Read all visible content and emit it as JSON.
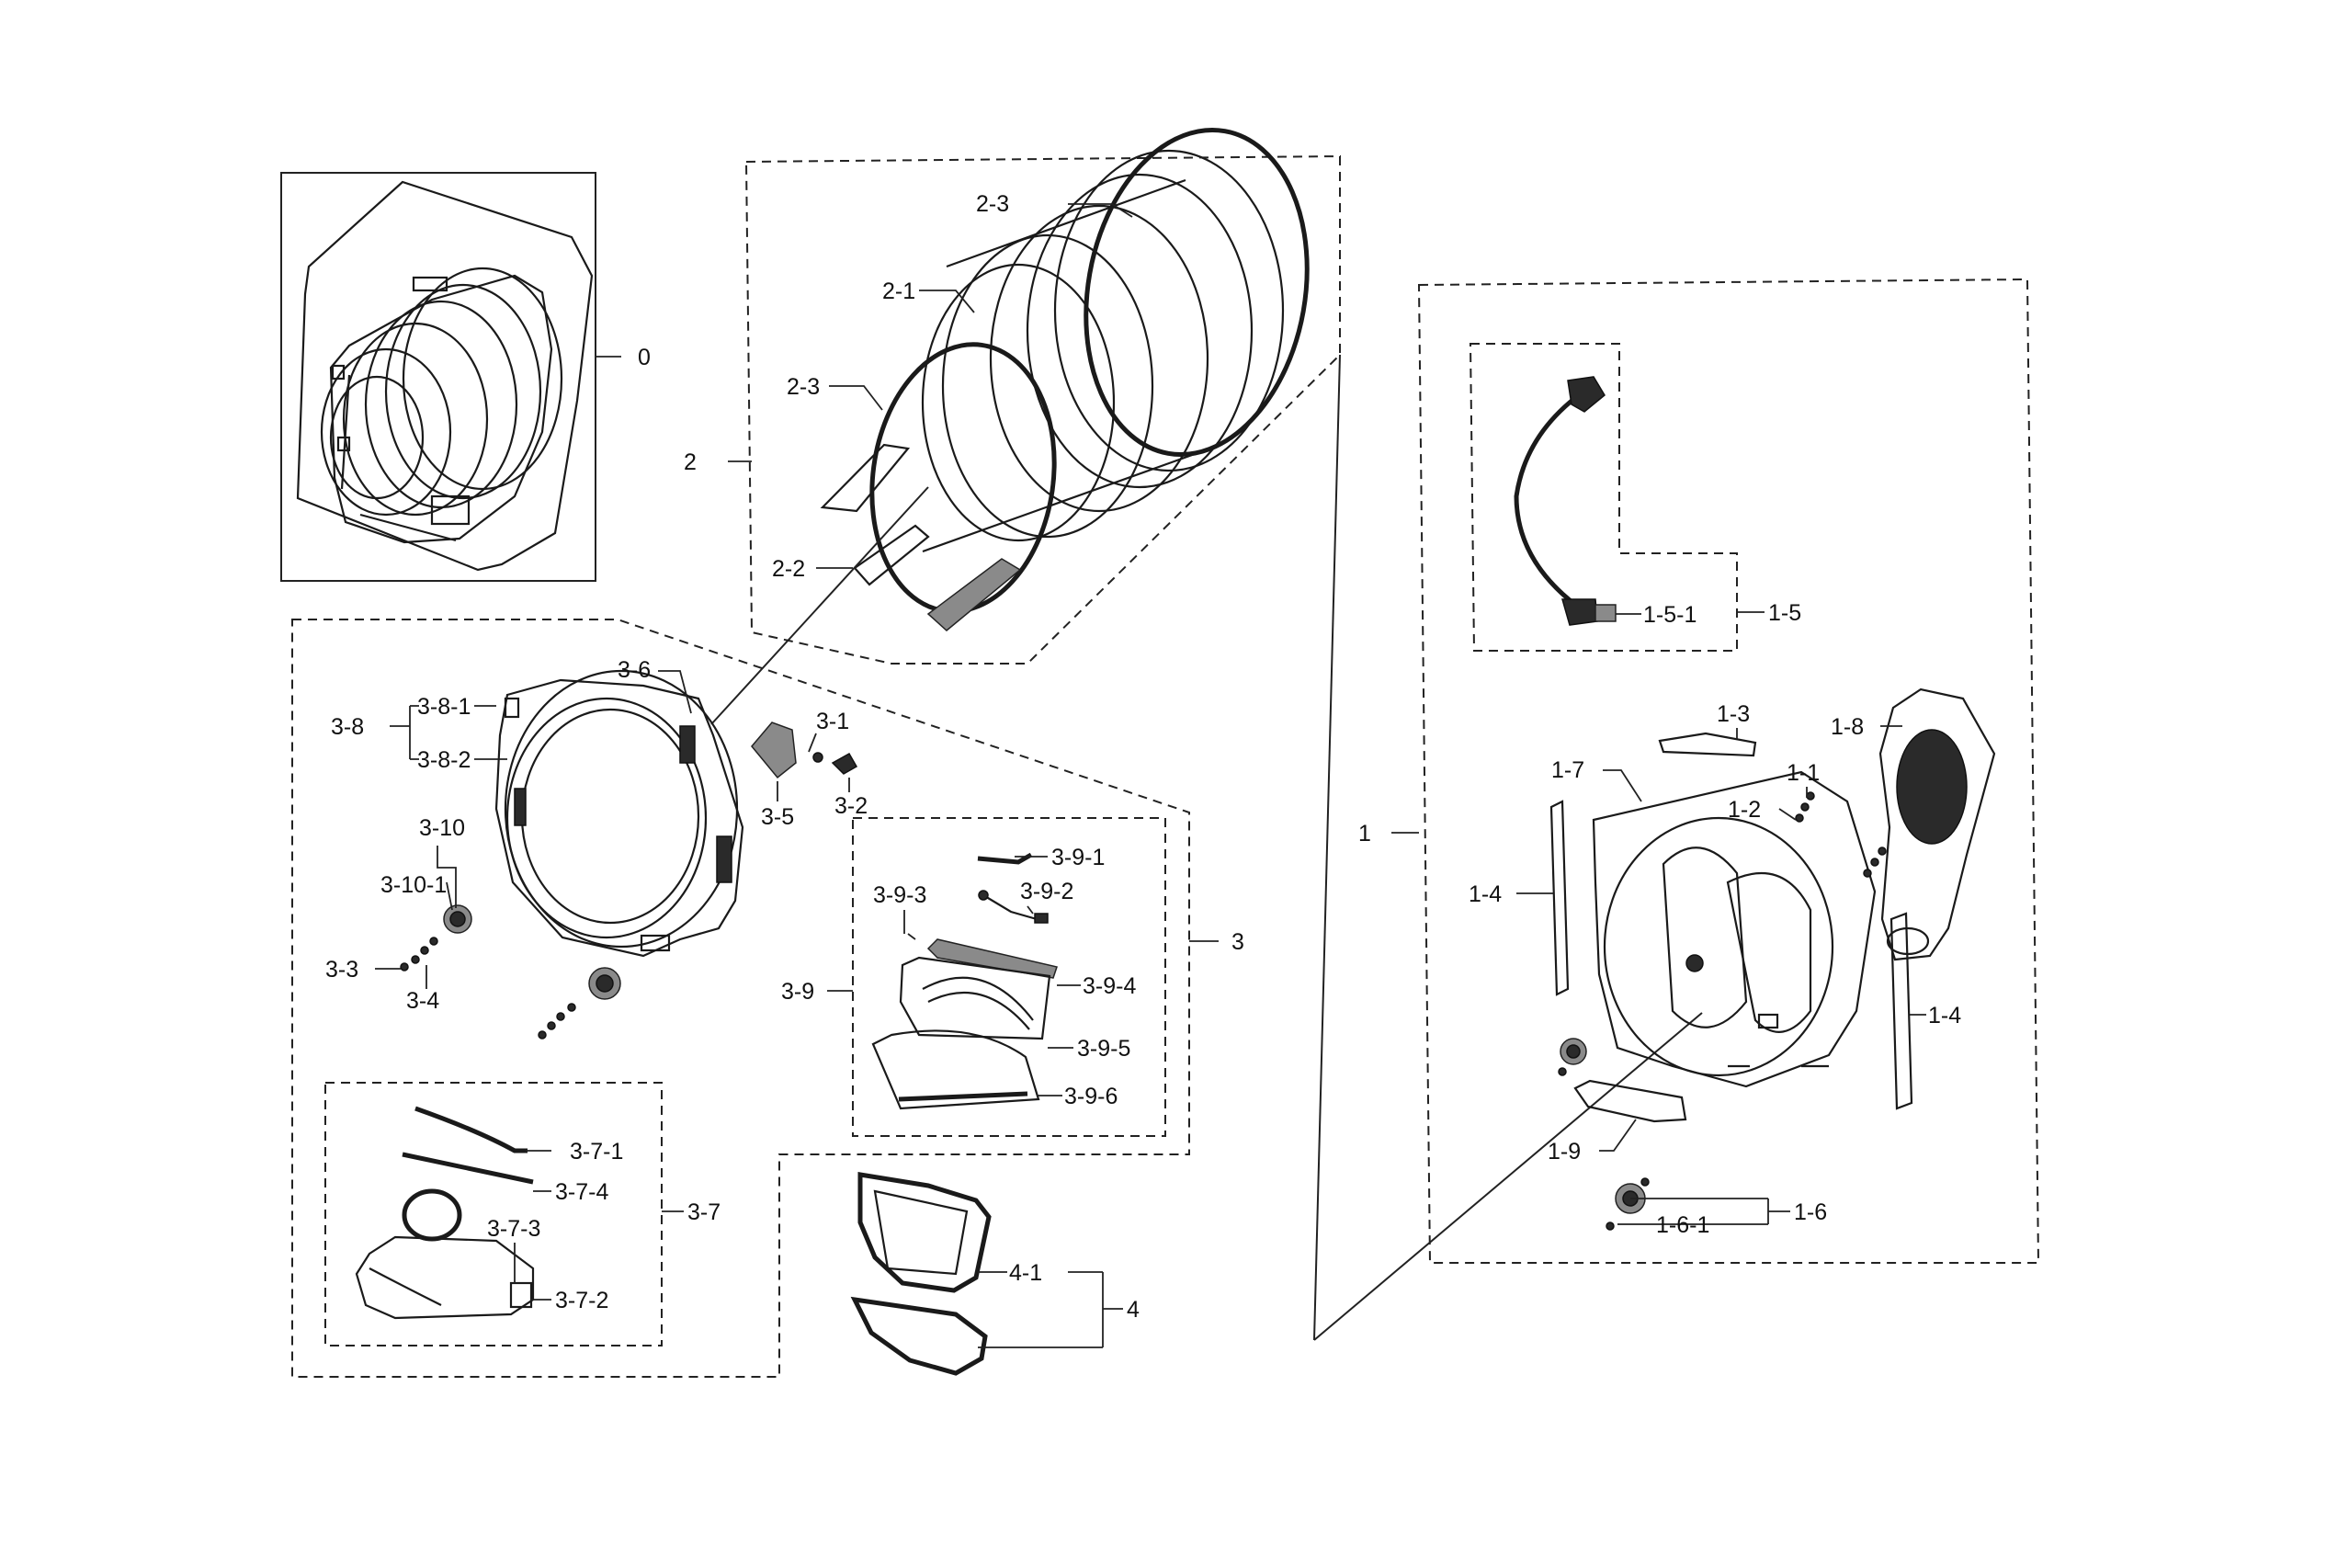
{
  "labels": {
    "p0": "0",
    "p1": "1",
    "p1_1": "1-1",
    "p1_2": "1-2",
    "p1_3": "1-3",
    "p1_4a": "1-4",
    "p1_4b": "1-4",
    "p1_5": "1-5",
    "p1_5_1": "1-5-1",
    "p1_6": "1-6",
    "p1_6_1": "1-6-1",
    "p1_7": "1-7",
    "p1_8": "1-8",
    "p1_9": "1-9",
    "p2": "2",
    "p2_1": "2-1",
    "p2_2": "2-2",
    "p2_3a": "2-3",
    "p2_3b": "2-3",
    "p3": "3",
    "p3_1": "3-1",
    "p3_2": "3-2",
    "p3_3": "3-3",
    "p3_4": "3-4",
    "p3_5": "3-5",
    "p3_6": "3-6",
    "p3_7": "3-7",
    "p3_7_1": "3-7-1",
    "p3_7_2": "3-7-2",
    "p3_7_3": "3-7-3",
    "p3_7_4": "3-7-4",
    "p3_8": "3-8",
    "p3_8_1": "3-8-1",
    "p3_8_2": "3-8-2",
    "p3_9": "3-9",
    "p3_9_1": "3-9-1",
    "p3_9_2": "3-9-2",
    "p3_9_3": "3-9-3",
    "p3_9_4": "3-9-4",
    "p3_9_5": "3-9-5",
    "p3_9_6": "3-9-6",
    "p3_10": "3-10",
    "p3_10_1": "3-10-1",
    "p4": "4",
    "p4_1": "4-1"
  }
}
